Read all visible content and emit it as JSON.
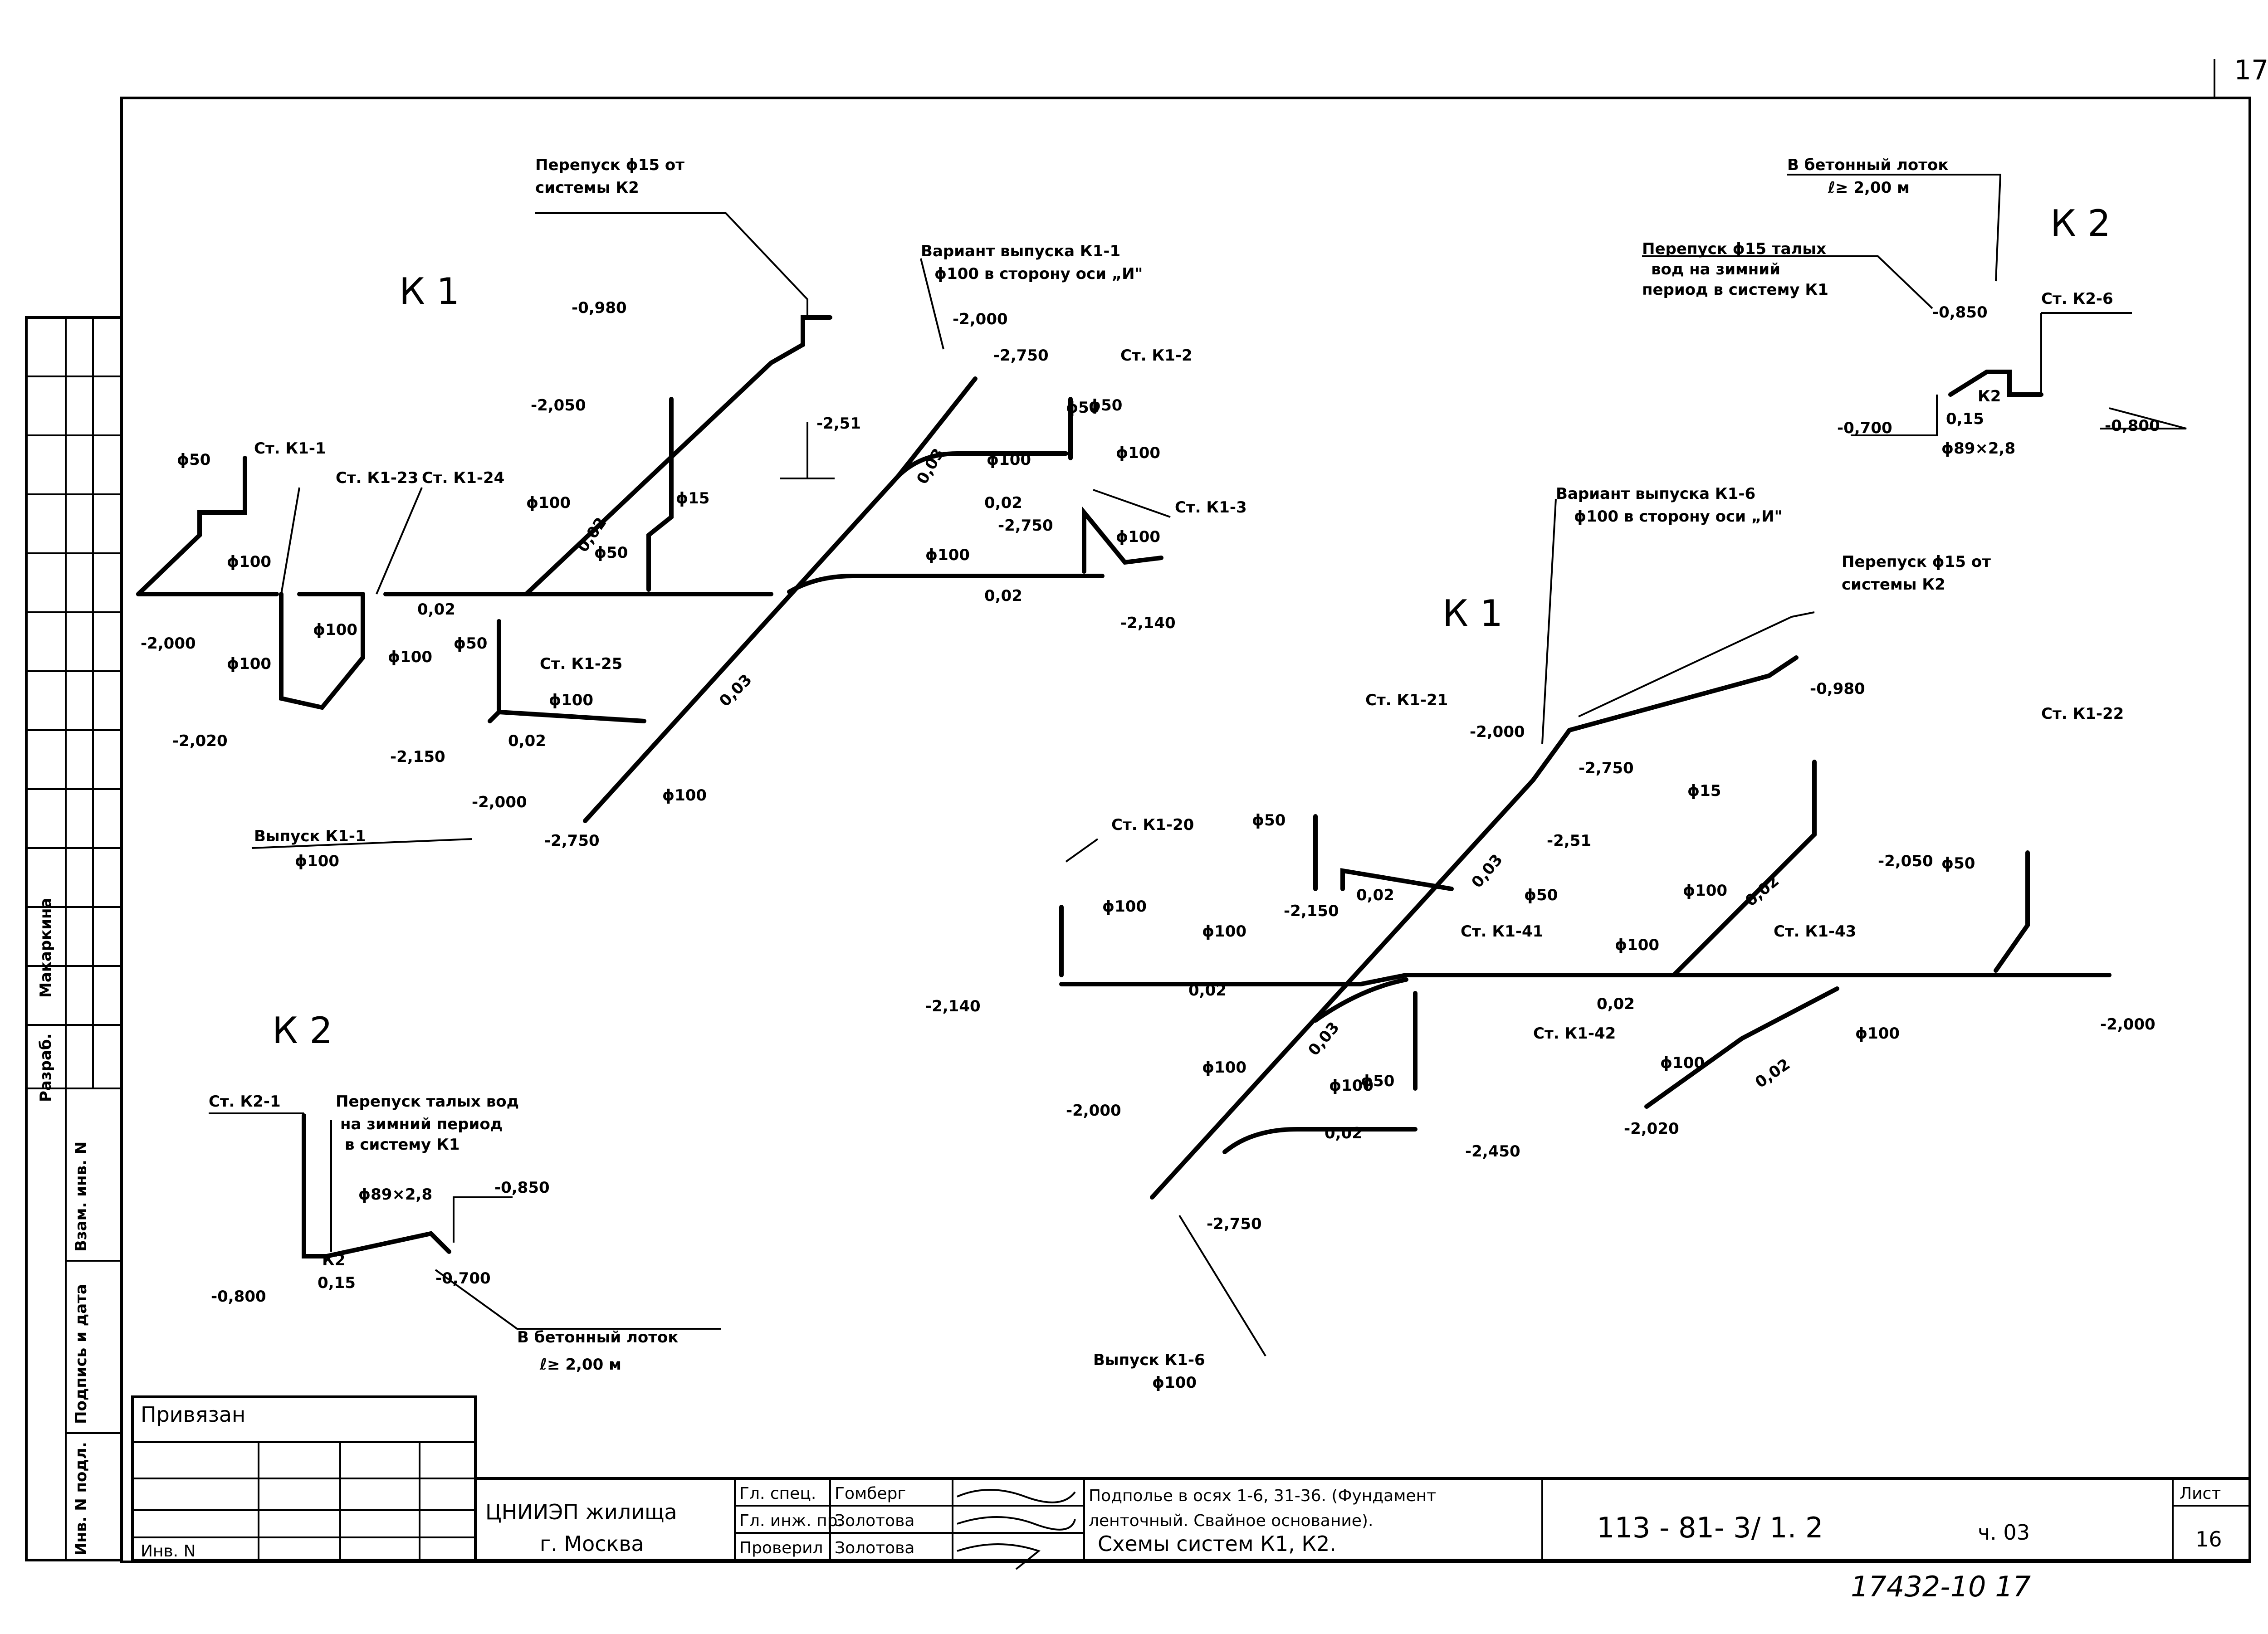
{
  "sheet": {
    "page_number_top": "17",
    "k1_title_left": "К 1",
    "k2_title_top": "К 2",
    "k1_title_right": "К 1",
    "k2_title_bottom": "К 2"
  },
  "k1_left": {
    "bypass_k2": [
      "Перепуск ϕ15 от",
      "системы  К2"
    ],
    "variant_k1_1": [
      "Вариант выпуска К1-1",
      "ϕ100  в сторону оси „И\""
    ],
    "outlet_k1_1": [
      "Выпуск К1-1",
      "ϕ100"
    ],
    "risers": [
      "Ст. К1-1",
      "Ст. К1-23",
      "Ст. К1-24",
      "Ст. К1-25",
      "Ст. К1-2",
      "Ст. К1-3"
    ],
    "diameters": [
      "ϕ50",
      "ϕ100",
      "ϕ100",
      "ϕ100",
      "ϕ100",
      "ϕ100",
      "ϕ50",
      "ϕ50",
      "ϕ15",
      "ϕ100",
      "ϕ100",
      "ϕ100",
      "ϕ50",
      "ϕ100",
      "ϕ100",
      "ϕ100",
      "ϕ50"
    ],
    "slopes": [
      "0,02",
      "0,02",
      "0,02",
      "0,03",
      "0,03",
      "0,02",
      "0,02"
    ],
    "levels": [
      "-0,980",
      "-2,050",
      "-2,000",
      "-2,020",
      "-2,150",
      "-2,000",
      "-2,750",
      "-2,51",
      "-2,000",
      "-2,750",
      "-2,750",
      "-2,140"
    ]
  },
  "k2_top": {
    "to_channel": [
      "В бетонный лоток",
      "ℓ≥ 2,00 м"
    ],
    "bypass": [
      "Перепуск ϕ15 талых",
      "вод на зимний",
      "период в систему К1"
    ],
    "riser": "Ст. К2-6",
    "tag": "К2",
    "slope": "0,15",
    "pipe": "ϕ89×2,8",
    "levels": [
      "-0,850",
      "-0,700",
      "-0,800"
    ]
  },
  "k1_right": {
    "variant_k1_6": [
      "Вариант выпуска К1-6",
      "ϕ100  в сторону оси „И\""
    ],
    "bypass_k2": [
      "Перепуск ϕ15 от",
      "системы  К2"
    ],
    "outlet_k1_6": [
      "Выпуск К1-6",
      "ϕ100"
    ],
    "risers": [
      "Ст. К1-21",
      "Ст. К1-20",
      "Ст. К1-41",
      "Ст. К1-42",
      "Ст. К1-43",
      "Ст. К1-22"
    ],
    "diameters": [
      "ϕ50",
      "ϕ100",
      "ϕ100",
      "ϕ15",
      "ϕ50",
      "ϕ100",
      "ϕ100",
      "ϕ50",
      "ϕ100",
      "ϕ100",
      "ϕ50",
      "ϕ100",
      "ϕ100"
    ],
    "slopes": [
      "0,02",
      "0,02",
      "0,03",
      "0,03",
      "0,02",
      "0,02",
      "0,02",
      "0,02"
    ],
    "levels": [
      "-2,000",
      "-2,750",
      "-0,980",
      "-2,51",
      "-2,150",
      "-2,140",
      "-2,050",
      "-2,000",
      "-2,000",
      "-2,450",
      "-2,020",
      "-2,750"
    ]
  },
  "k2_bottom": {
    "riser": "Ст. К2-1",
    "bypass": [
      "Перепуск талых вод",
      "на зимний период",
      "в систему К1"
    ],
    "pipe": "ϕ89×2,8",
    "tag": "К2",
    "slope": "0,15",
    "to_channel": [
      "В бетонный лоток",
      "ℓ≥ 2,00 м"
    ],
    "levels": [
      "-0,850",
      "-0,800",
      "-0,700"
    ]
  },
  "side_stamp": {
    "dev": "Разраб.",
    "name": "Макаркина",
    "inv_orig": "Инв. N подл.",
    "sign_date": "Подпись и дата",
    "inv_repl": "Взам. инв. N"
  },
  "title_block": {
    "tied": "Привязан",
    "inv": "Инв. N",
    "org_line1": "ЦНИИЭП жилища",
    "org_line2": "г. Москва",
    "roles": [
      "Гл. спец.",
      "Гл. инж. пр.",
      "Проверил"
    ],
    "names": [
      "Гомберг",
      "Золотова",
      "Золотова"
    ],
    "description": [
      "Подполье в осях 1-6, 31-36. (Фундамент",
      "ленточный. Свайное основание).",
      "Схемы  систем   К1, К2."
    ],
    "project_code": "113 - 81- 3/ 1. 2",
    "part": "ч. 03",
    "sheet_label": "Лист",
    "sheet_number": "16",
    "stamp_number": "17432-10  17"
  }
}
